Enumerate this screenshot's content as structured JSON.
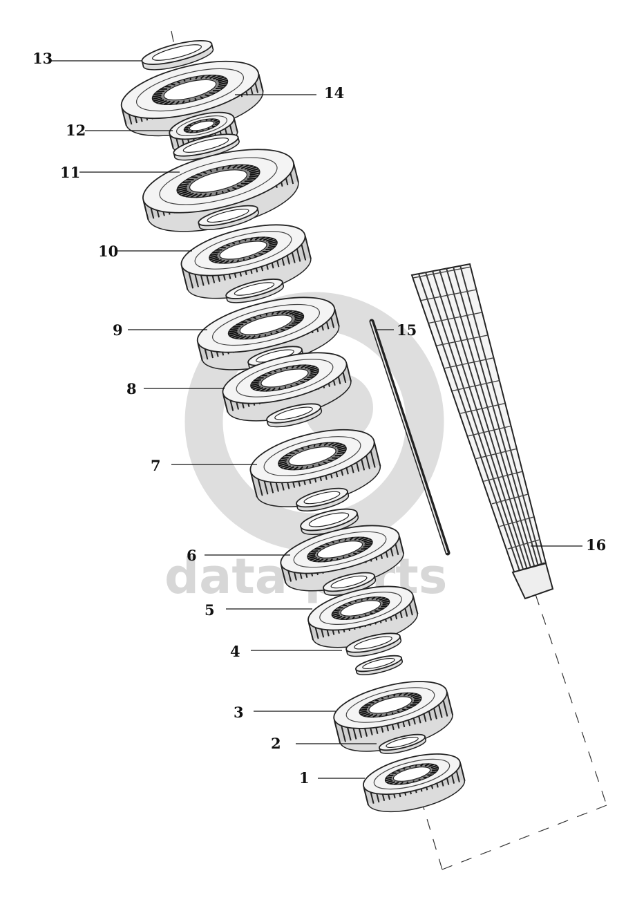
{
  "diagram": {
    "callouts": [
      {
        "id": "1",
        "label": "1"
      },
      {
        "id": "2",
        "label": "2"
      },
      {
        "id": "3",
        "label": "3"
      },
      {
        "id": "4",
        "label": "4"
      },
      {
        "id": "5",
        "label": "5"
      },
      {
        "id": "6",
        "label": "6"
      },
      {
        "id": "7",
        "label": "7"
      },
      {
        "id": "8",
        "label": "8"
      },
      {
        "id": "9",
        "label": "9"
      },
      {
        "id": "10",
        "label": "10"
      },
      {
        "id": "11",
        "label": "11"
      },
      {
        "id": "12",
        "label": "12"
      },
      {
        "id": "13",
        "label": "13"
      },
      {
        "id": "14",
        "label": "14"
      },
      {
        "id": "15",
        "label": "15"
      },
      {
        "id": "16",
        "label": "16"
      }
    ]
  },
  "watermark": {
    "text": "data parts",
    "color": "#d7d7d7"
  },
  "colors": {
    "line": "#111111",
    "gear_face": "#f2f2f2",
    "gear_dark": "#222222"
  }
}
